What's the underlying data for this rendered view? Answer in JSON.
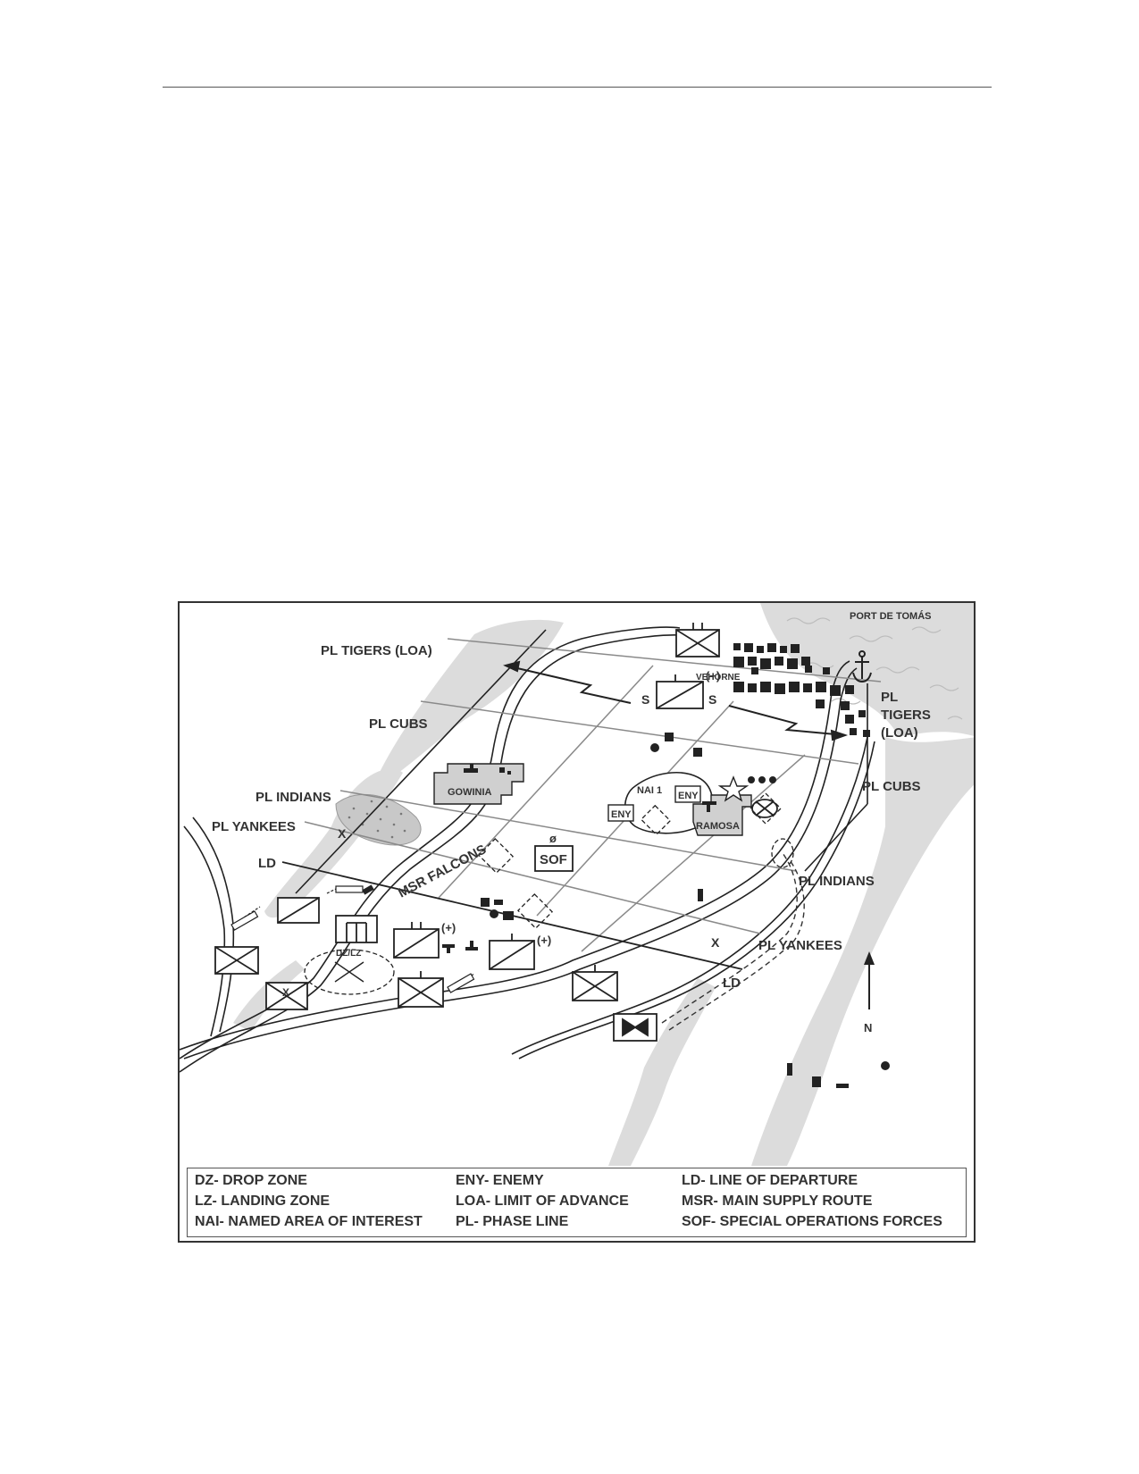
{
  "map": {
    "labels": {
      "port": "PORT DE TOMÁS",
      "pl_tigers_left": "PL TIGERS (LOA)",
      "pl_tigers_right_1": "PL",
      "pl_tigers_right_2": "TIGERS",
      "pl_tigers_right_3": "(LOA)",
      "pl_cubs_left": "PL CUBS",
      "pl_cubs_right": "PL CUBS",
      "pl_indians_left": "PL INDIANS",
      "pl_indians_right": "PL INDIANS",
      "pl_yankees_left": "PL YANKEES",
      "pl_yankees_right": "PL YANKEES",
      "ld_left": "LD",
      "ld_right": "LD",
      "msr": "MSR FALCONS",
      "town_vehorne": "VEHORNE",
      "town_gowinia": "GOWINIA",
      "town_ramosa": "RAMOSA",
      "nai": "NAI 1",
      "eny_1": "ENY",
      "eny_2": "ENY",
      "sof": "SOF",
      "dzlz": "DZ/LZ",
      "reinforced_1": "(+)",
      "reinforced_2": "(+)",
      "reinforced_3": "(+)",
      "screen_s1": "S",
      "screen_s2": "S",
      "boundary_x1": "X",
      "boundary_x2": "X",
      "boundary_x3": "X",
      "north": "N",
      "null_symbol": "ø"
    },
    "icons": {
      "anchor": "anchor-icon",
      "star": "star-icon",
      "north_arrow": "north-arrow-icon"
    }
  },
  "legend": {
    "items": [
      "DZ- DROP ZONE",
      "LZ- LANDING ZONE",
      "NAI- NAMED AREA OF INTEREST",
      "ENY- ENEMY",
      "LOA- LIMIT OF ADVANCE",
      "PL- PHASE LINE",
      "LD- LINE OF DEPARTURE",
      "MSR- MAIN SUPPLY ROUTE",
      "SOF- SPECIAL OPERATIONS FORCES"
    ]
  }
}
